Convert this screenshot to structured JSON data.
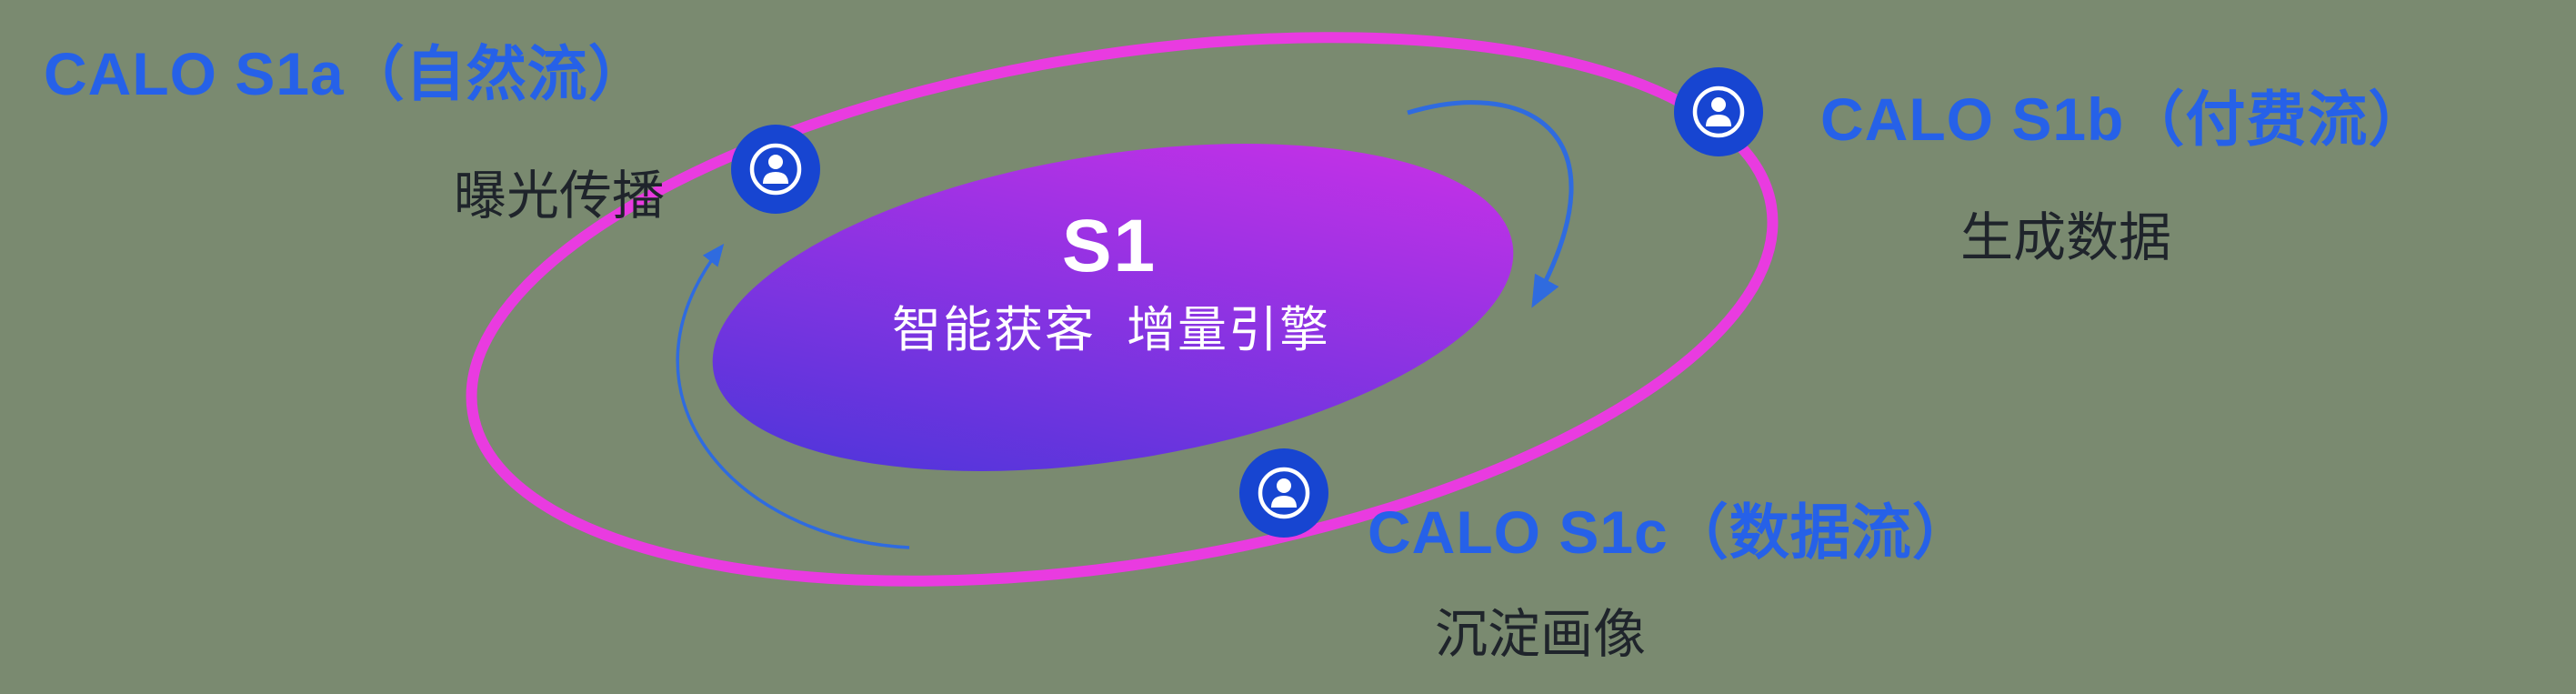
{
  "center": {
    "title": "S1",
    "subtitle": "智能获客  增量引擎"
  },
  "nodes": [
    {
      "id": "s1a",
      "label": "CALO S1a（自然流）",
      "sublabel": "曝光传播",
      "icon": "user-icon"
    },
    {
      "id": "s1b",
      "label": "CALO S1b（付费流）",
      "sublabel": "生成数据",
      "icon": "user-icon"
    },
    {
      "id": "s1c",
      "label": "CALO S1c（数据流）",
      "sublabel": "沉淀画像",
      "icon": "user-icon"
    }
  ],
  "colors": {
    "background": "#7A8A70",
    "orbit": "#E93BE0",
    "core_gradient_start": "#4036D8",
    "core_gradient_mid": "#8A33E2",
    "core_gradient_end": "#D630E8",
    "node_fill": "#1745D1",
    "node_icon": "#FFFFFF",
    "label_blue": "#2661E8",
    "subtext": "#1F242B",
    "arrow": "#2F6BDF",
    "center_text": "#FFFFFF"
  }
}
